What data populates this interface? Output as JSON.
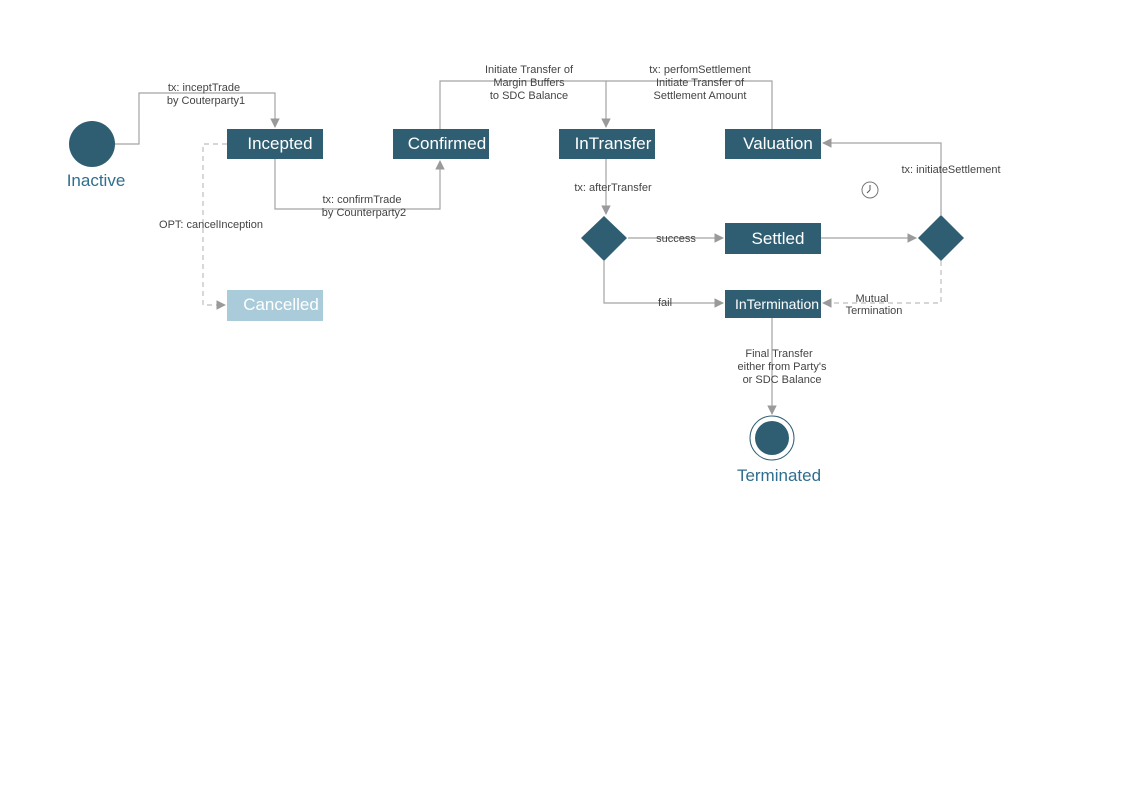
{
  "colors": {
    "node": "#2f5e73",
    "node_faded": "#aacbd9",
    "caption": "#2f6e8e",
    "edge": "#a3a3a3"
  },
  "states": {
    "inactive": "Inactive",
    "incepted": "Incepted",
    "confirmed": "Confirmed",
    "intransfer": "InTransfer",
    "valuation": "Valuation",
    "settled": "Settled",
    "intermination": "InTermination",
    "cancelled": "Cancelled",
    "terminated": "Terminated"
  },
  "edges": {
    "incept": [
      "tx: inceptTrade",
      "by Couterparty1"
    ],
    "confirm": [
      "tx: confirmTrade",
      "by Counterparty2"
    ],
    "cancel": "OPT: cancelInception",
    "margin": [
      "Initiate Transfer of",
      "Margin Buffers",
      "to SDC Balance"
    ],
    "settlement": [
      "tx: perfomSettlement",
      "Initiate Transfer of",
      "Settlement Amount"
    ],
    "after_transfer": "tx: afterTransfer",
    "success": "success",
    "fail": "fail",
    "initiate_settlement": "tx: initiateSettlement",
    "mutual": [
      "Mutual",
      "Termination"
    ],
    "final": [
      "Final Transfer",
      "either from Party's",
      "or SDC Balance"
    ]
  },
  "icons": {
    "timer": "clock-icon"
  }
}
